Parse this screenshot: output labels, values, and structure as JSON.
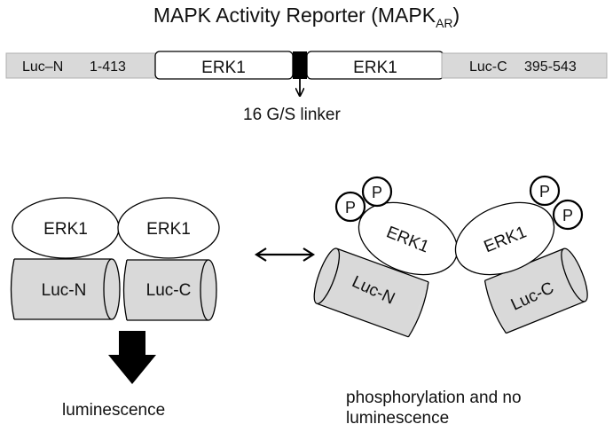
{
  "title": {
    "main": "MAPK Activity Reporter (MAPK",
    "subscript": "AR",
    "close": ")"
  },
  "construct": {
    "luc_n": {
      "name": "Luc–N",
      "range": "1-413"
    },
    "erk_left": "ERK1",
    "erk_right": "ERK1",
    "luc_c": {
      "name": "Luc-C",
      "range": "395-543"
    },
    "linker_label": "16 G/S linker"
  },
  "left_state": {
    "erk_a": "ERK1",
    "erk_b": "ERK1",
    "luc_n": "Luc-N",
    "luc_c": "Luc-C",
    "outcome": "luminescence"
  },
  "right_state": {
    "erk_a": "ERK1",
    "erk_b": "ERK1",
    "luc_n": "Luc-N",
    "luc_c": "Luc-C",
    "phospho": [
      "P",
      "P",
      "P",
      "P"
    ],
    "outcome_line1": "phosphorylation and no",
    "outcome_line2": "luminescence"
  },
  "colors": {
    "luc_fill": "#d9d9d9",
    "erk_fill": "#ffffff",
    "stroke": "#000000",
    "linker": "#000000"
  }
}
